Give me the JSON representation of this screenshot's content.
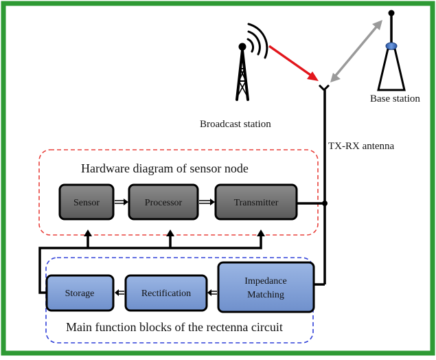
{
  "colors": {
    "frame": "#2e9a34",
    "gray_box": "#6e6e6e",
    "blue_box": "#7f9fd6",
    "red_dash": "#e8413c",
    "blue_dash": "#2f3fd8",
    "red_arrow": "#e2161c",
    "gray_arrow": "#9a9a9a",
    "line": "#000000"
  },
  "icons": {
    "broadcast_tower": "broadcast-tower-icon",
    "base_station": "base-station-icon",
    "antenna": "antenna-icon"
  },
  "labels": {
    "broadcast_station": "Broadcast station",
    "base_station": "Base station",
    "antenna": "TX-RX antenna"
  },
  "sensor_group": {
    "title": "Hardware diagram of sensor node",
    "blocks": [
      {
        "name": "sensor",
        "lines": [
          "Sensor"
        ]
      },
      {
        "name": "processor",
        "lines": [
          "Processor"
        ]
      },
      {
        "name": "transmitter",
        "lines": [
          "Transmitter"
        ]
      }
    ]
  },
  "rectenna_group": {
    "title": "Main function blocks of the rectenna circuit",
    "blocks": [
      {
        "name": "storage",
        "lines": [
          "Storage"
        ]
      },
      {
        "name": "rectification",
        "lines": [
          "Rectification"
        ]
      },
      {
        "name": "impedance-matching",
        "lines": [
          "Impedance",
          "Matching"
        ]
      }
    ]
  }
}
